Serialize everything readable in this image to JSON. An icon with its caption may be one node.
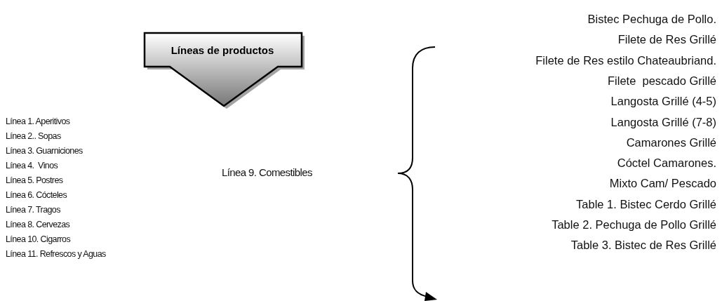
{
  "diagram": {
    "nodes": [
      {
        "text": [
          "Líneas de productos"
        ]
      }
    ],
    "edges": [],
    "labels": [
      "Línea 1. Aperitivos",
      "Línea 2.. Sopas",
      "Línea 3. Guarniciones",
      "Línea 4.  Vinos",
      "Línea 5. Postres",
      "Línea 6. Cócteles",
      "Línea 7. Tragos",
      "Línea 8. Cervezas",
      "Línea 10. Cigarros",
      "Línea 11. Refrescos y Aguas",
      "Línea 9. Comestibles",
      "Bistec Pechuga de Pollo.",
      "Filete de Res Grillé",
      "Filete de Res estilo Chateaubriand.",
      "Filete  pescado Grillé",
      "Langosta Grillé (4-5)",
      "Langosta Grillé (7-8)",
      "Camarones Grillé",
      "Cóctel Camarones.",
      "Mixto Cam/ Pescado",
      "Table 1. Bistec Cerdo Grillé",
      "Table 2. Pechuga de Pollo Grillé",
      "Table 3. Bistec de Res Grillé"
    ]
  }
}
